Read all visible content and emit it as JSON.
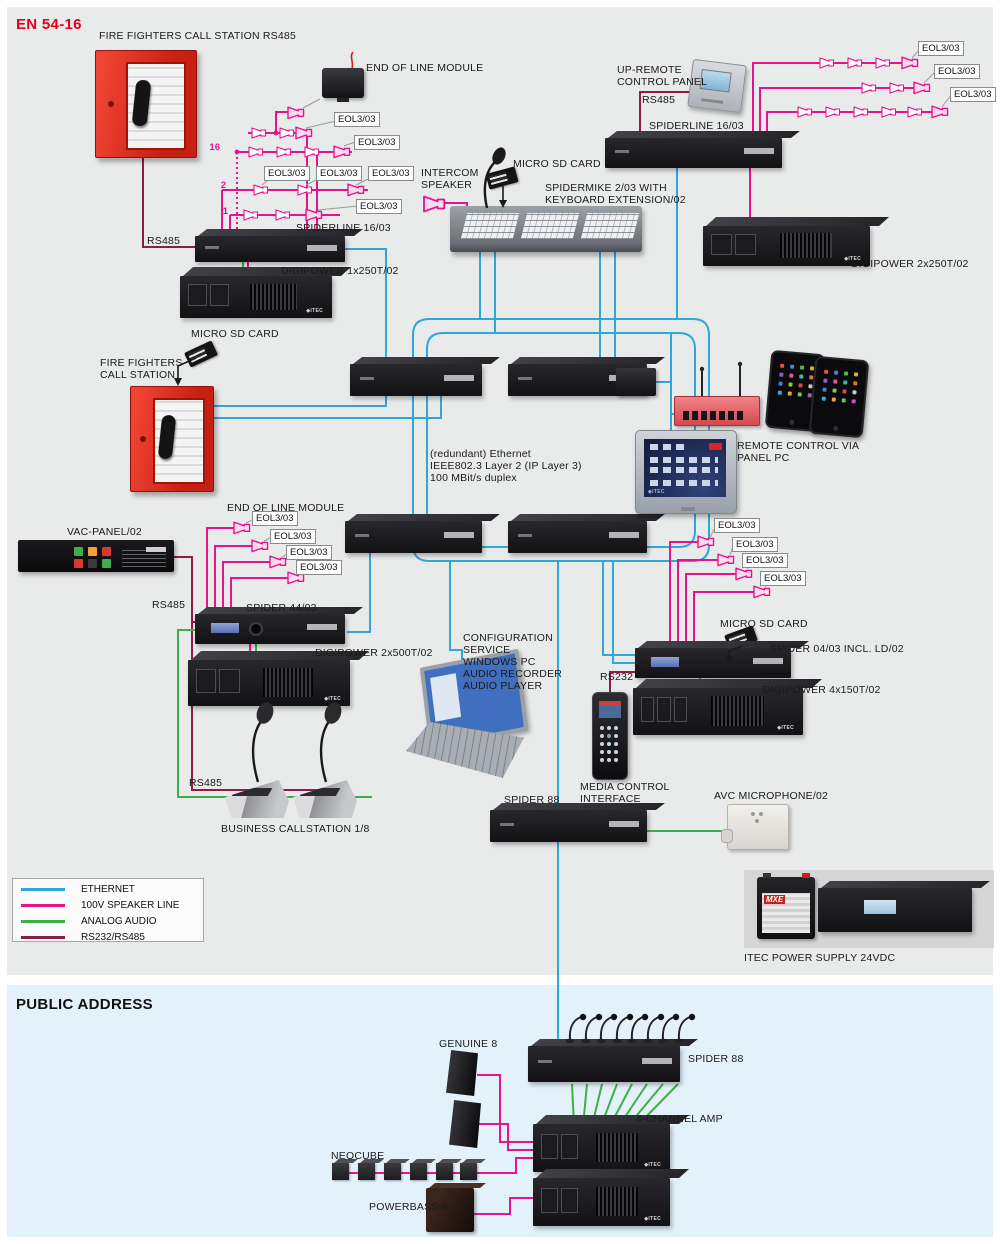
{
  "header": {
    "title": "EN 54-16",
    "section_pa": "PUBLIC ADDRESS"
  },
  "labels": {
    "ff_callstation_rs485": "FIRE FIGHTERS CALL STATION RS485",
    "eol_module": "END OF LINE MODULE",
    "eol": "EOL3/03",
    "spiderline": "SPIDERLINE 16/03",
    "rs485": "RS485",
    "rs232": "RS232",
    "digipower_1x250": "DIGIPOWER 1x250T/02",
    "digipower_2x250": "DIGIPOWER 2x250T/02",
    "digipower_2x500": "DIGIPOWER 2x500T/02",
    "digipower_4x150": "DIGIPOWER 4x150T/02",
    "micro_sd": "MICRO SD CARD",
    "ff_callstation": "FIRE FIGHTERS\nCALL STATION",
    "up_remote": "UP-REMOTE\nCONTROL PANEL",
    "intercom": "INTERCOM\nSPEAKER",
    "spidermike": "SPIDERMIKE 2/03 WITH\nKEYBOARD EXTENSION/02",
    "ethernet_note": "(redundant) Ethernet\nIEEE802.3 Layer 2 (IP Layer 3)\n100 MBit/s duplex",
    "remote_panel_pc": "REMOTE CONTROL VIA\nPANEL PC",
    "vac_panel": "VAC-PANEL/02",
    "spider44": "SPIDER 44/03",
    "config_pc": "CONFIGURATION\nSERVICE\nWINDOWS PC\nAUDIO RECORDER\nAUDIO PLAYER",
    "media_control": "MEDIA CONTROL\nINTERFACE",
    "spider04": "SPIDER 04/03 INCL. LD/02",
    "business_cs": "BUSINESS CALLSTATION 1/8",
    "spider88": "SPIDER 88",
    "avc_mic": "AVC MICROPHONE/02",
    "itec_psu": "ITEC POWER SUPPLY 24VDC",
    "genuine8": "GENUINE 8",
    "four_ch_amp": "4-CHANNEL AMP",
    "neocube": "NEOCUBE",
    "powerbass8": "POWERBASS 8",
    "line16": "16",
    "line2": "2",
    "line1": "1"
  },
  "devices": {
    "itec_logo": "◆ITEC",
    "battery_logo": "MXE"
  },
  "legend": {
    "items": [
      {
        "label": "ETHERNET",
        "color": "#2fa7d9"
      },
      {
        "label": "100V SPEAKER LINE",
        "color": "#e6148c"
      },
      {
        "label": "ANALOG AUDIO",
        "color": "#3fae49"
      },
      {
        "label": "RS232/RS485",
        "color": "#8e1b4a"
      }
    ]
  },
  "colors": {
    "ethernet": "#2fa7d9",
    "speaker_100v": "#e6148c",
    "analog_audio": "#3fae49",
    "rs_bus": "#8e1b4a"
  }
}
